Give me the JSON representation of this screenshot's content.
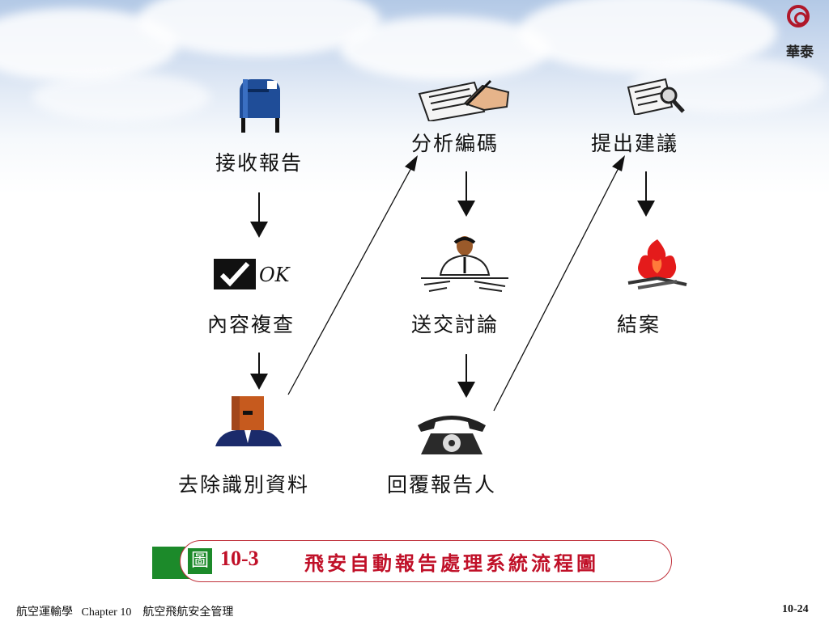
{
  "logo": {
    "text": "華泰"
  },
  "steps": {
    "receive": "接收報告",
    "review": "內容複查",
    "deidentify": "去除識別資料",
    "analyze": "分析編碼",
    "discuss": "送交討論",
    "reply": "回覆報告人",
    "recommend": "提出建議",
    "close": "結案"
  },
  "icons": {
    "receive": "mailbox-icon",
    "review": "ok-checkmark-icon",
    "deidentify": "masked-person-icon",
    "analyze": "writing-hand-icon",
    "discuss": "meeting-person-icon",
    "reply": "telephone-icon",
    "recommend": "document-magnifier-icon",
    "close": "fire-icon",
    "ok_text": "OK"
  },
  "caption": {
    "icon_char": "圖",
    "number": "10-3",
    "title": "飛安自動報告處理系統流程圖"
  },
  "footer": {
    "left": "航空運輸學   Chapter 10    航空飛航安全管理",
    "page": "10-24"
  },
  "colors": {
    "accent": "#c01028",
    "caption_green": "#1c8a2a"
  }
}
